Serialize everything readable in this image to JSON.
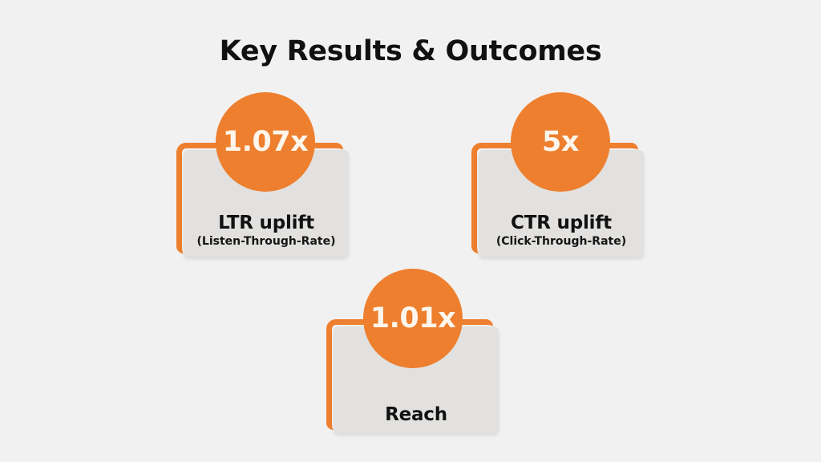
{
  "slide": {
    "title": "Key Results & Outcomes",
    "background_color": "#f2f1f1",
    "accent_color": "#ee7f2e",
    "card_fill_color": "#e2e1df",
    "value_text_color": "#fdf6ec",
    "heading_text_color": "#111111"
  },
  "cards": [
    {
      "value": "1.07x",
      "label": "LTR uplift",
      "sublabel": "(Listen-Through-Rate)"
    },
    {
      "value": "5x",
      "label": "CTR uplift",
      "sublabel": "(Click-Through-Rate)"
    },
    {
      "value": "1.01x",
      "label": "Reach",
      "sublabel": ""
    }
  ]
}
